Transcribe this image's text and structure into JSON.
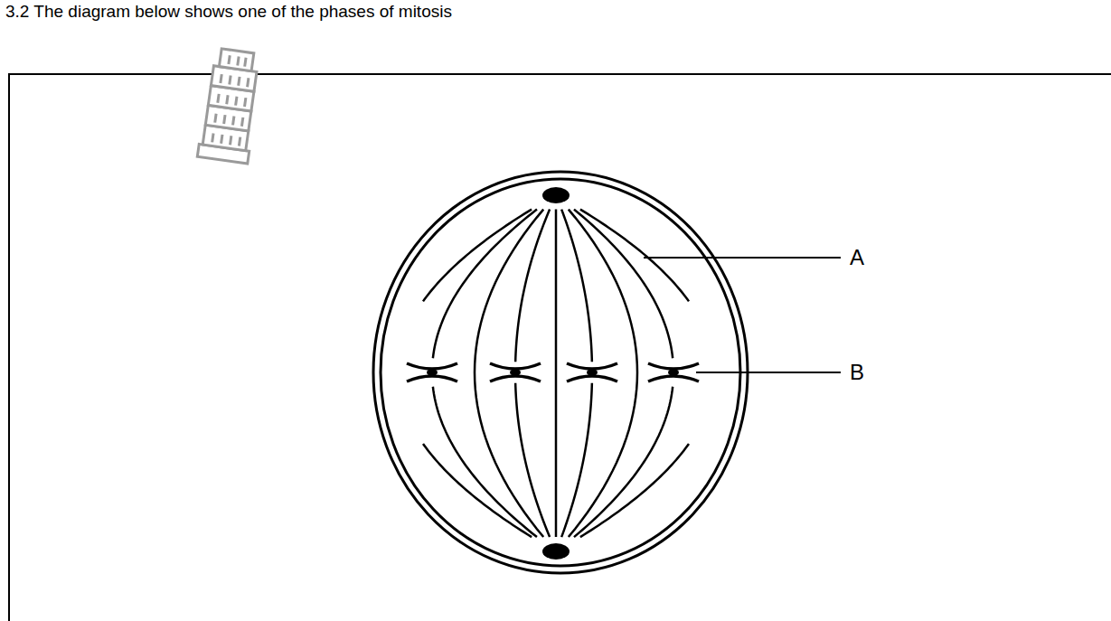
{
  "diagram": {
    "title": "3.2 The diagram below shows one of the phases of mitosis",
    "labels": [
      "A",
      "B"
    ]
  }
}
